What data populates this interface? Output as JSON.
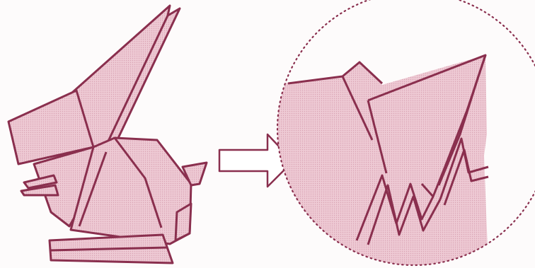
{
  "figure": {
    "colors": {
      "background": "#fdfbfb",
      "paper_fill": "#e9bfcb",
      "outline": "#8a2f4e",
      "arrow_fill": "#ffffff"
    },
    "panels": [
      {
        "name": "squirrel-model",
        "description_icon": "origami-squirrel-icon"
      },
      {
        "name": "arrow",
        "description_icon": "right-arrow-icon"
      },
      {
        "name": "detail-zoom",
        "description_icon": "magnified-detail-circle-icon"
      }
    ]
  }
}
